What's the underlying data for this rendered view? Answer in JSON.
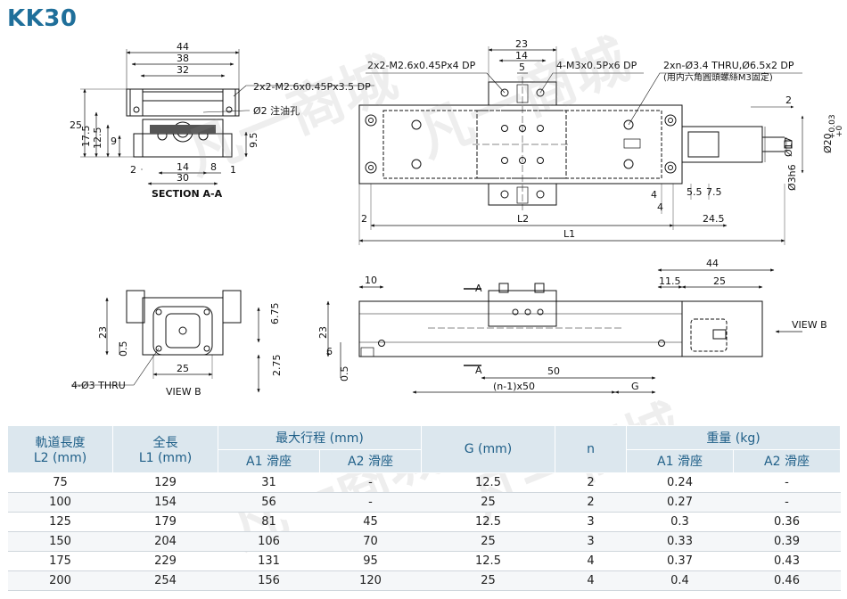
{
  "title": "KK30",
  "watermark": "凡一商城",
  "section_aa": {
    "caption": "SECTION A-A",
    "dims": {
      "w44": "44",
      "w38": "38",
      "w32": "32",
      "h25": "25",
      "h17_5": "17.5",
      "h12_5": "12.5",
      "h9": "9",
      "h9_5": "9.5",
      "h2": "2",
      "h1": "1",
      "w14": "14",
      "w8": "8",
      "w30": "30"
    },
    "notes": {
      "mount_hole": "2x2-M2.6x0.45Px3.5 DP",
      "oil_hole": "Ø2 注油孔"
    }
  },
  "top_view": {
    "notes": {
      "block_holes": "2x2-M2.6x0.45Px4 DP",
      "block_holes2": "4-M3x0.5Px6 DP",
      "rail_holes": "2xn-Ø3.4 THRU,Ø6.5x2 DP",
      "rail_holes_note": "(用内六角圓頭螺絲M3固定)"
    },
    "dims": {
      "w23": "23",
      "w14": "14",
      "w5": "5",
      "d2": "2",
      "d4a": "4",
      "d4b": "4",
      "d5_5": "5.5",
      "d7_5": "7.5",
      "d2_left": "2",
      "l2": "L2",
      "d24_5": "24.5",
      "l1": "L1",
      "dia17": "Ø17",
      "dia20": "Ø20",
      "tol_plus": "+0.03",
      "tol_zero": "+0",
      "dia3": "Ø3h6"
    }
  },
  "view_b": {
    "caption": "VIEW B",
    "dims": {
      "h23": "23",
      "h6_75": "6.75",
      "h0_5": "0.5",
      "w25": "25",
      "h2_75": "2.75"
    },
    "notes": {
      "thru": "4-Ø3 THRU"
    }
  },
  "side_view": {
    "dims": {
      "w10": "10",
      "w44": "44",
      "w11_5": "11.5",
      "w25": "25",
      "h23": "23",
      "h6": "6",
      "h0_5": "0.5",
      "w50": "50",
      "pitch": "(n-1)x50",
      "g": "G"
    },
    "markers": {
      "a_top": "A",
      "a_bottom": "A",
      "view_b": "VIEW B"
    }
  },
  "table": {
    "headers": {
      "l2": "軌道長度\nL2 (mm)",
      "l1": "全長\nL1 (mm)",
      "stroke": "最大行程 (mm)",
      "stroke_a1": "A1 滑座",
      "stroke_a2": "A2 滑座",
      "g": "G (mm)",
      "n": "n",
      "weight": "重量 (kg)",
      "weight_a1": "A1 滑座",
      "weight_a2": "A2 滑座"
    },
    "rows": [
      [
        "75",
        "129",
        "31",
        "-",
        "12.5",
        "2",
        "0.24",
        "-"
      ],
      [
        "100",
        "154",
        "56",
        "-",
        "25",
        "2",
        "0.27",
        "-"
      ],
      [
        "125",
        "179",
        "81",
        "45",
        "12.5",
        "3",
        "0.3",
        "0.36"
      ],
      [
        "150",
        "204",
        "106",
        "70",
        "25",
        "3",
        "0.33",
        "0.39"
      ],
      [
        "175",
        "229",
        "131",
        "95",
        "12.5",
        "4",
        "0.37",
        "0.43"
      ],
      [
        "200",
        "254",
        "156",
        "120",
        "25",
        "4",
        "0.4",
        "0.46"
      ]
    ]
  }
}
